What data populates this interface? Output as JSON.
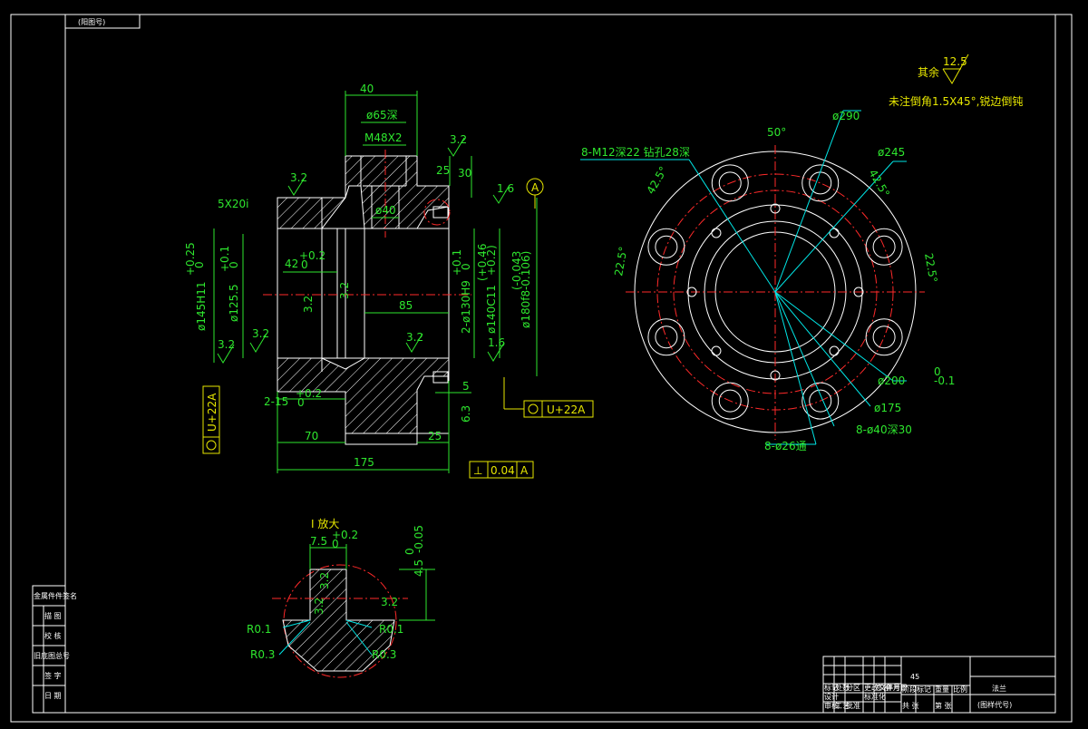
{
  "colors": {
    "outline": "#ffffff",
    "dimension": "#2ee62e",
    "note": "#e6e600",
    "centerline": "#ff2a2a",
    "leader": "#00e6e6",
    "background": "#000000"
  },
  "header_tag": "(阳图号)",
  "roughness_note": {
    "prefix": "其余",
    "value": "12.5",
    "chamfer_note": "未注倒角1.5X45°,锐边倒钝"
  },
  "section": {
    "dims_top": [
      "40",
      "ø65深",
      "M48X2",
      "25",
      "30",
      "3.2",
      "3.2"
    ],
    "chamfer": "5X20i",
    "left_dims": [
      "ø145H11",
      "ø125.5",
      "+0.25",
      "0",
      "+0.1",
      "0"
    ],
    "inner": [
      "42",
      "+0.2",
      "0",
      "ø40",
      "85",
      "3.2",
      "3.2",
      "3.2"
    ],
    "right_dims": [
      "2-ø130H9",
      "ø140C11",
      "ø180f8",
      "+0.1",
      "0",
      "(+0.46",
      "+0.2)",
      "(-0.043",
      "-0.106)"
    ],
    "bottom_dims": [
      "70",
      "175",
      "25",
      "2-15",
      "+0.2",
      "0",
      "5",
      "6.3",
      "1.6",
      "1.6",
      "3.2",
      "3.2"
    ],
    "datum": "A",
    "tol_left": "U+22A",
    "tol_right": "U+22A",
    "perp_tol": {
      "symbol": "⊥",
      "value": "0.04",
      "datum": "A"
    }
  },
  "plan": {
    "dims": [
      "50°",
      "ø290",
      "ø245",
      "42.5°",
      "42.5°",
      "22.5°",
      "22.5°",
      "ø200",
      "0",
      "-0.1",
      "ø175",
      "8-ø40深30",
      "8-ø26通",
      "8-M12深22 钻孔28深"
    ]
  },
  "detail": {
    "title": "I 放大",
    "dims": [
      "7.5",
      "+0.2",
      "0",
      "4.5",
      "0",
      "-0.05",
      "3.2",
      "3.2",
      "3.2",
      "R0.1",
      "R0.1",
      "R0.3",
      "R0.3"
    ]
  },
  "side_table": [
    "金属件件签名",
    "描 图",
    "校 核",
    "旧底图总号",
    "签 字",
    "日 期"
  ],
  "title_block": {
    "material": "45",
    "name": "法兰",
    "drawing_no": "(图样代号)",
    "small": [
      "标记",
      "处数",
      "分区",
      "更改文件号",
      "签名",
      "年月日",
      "设计",
      "标准化",
      "审核",
      "工艺",
      "批准",
      "阶段标记",
      "重量",
      "比例",
      "共 张",
      "第 张"
    ]
  }
}
